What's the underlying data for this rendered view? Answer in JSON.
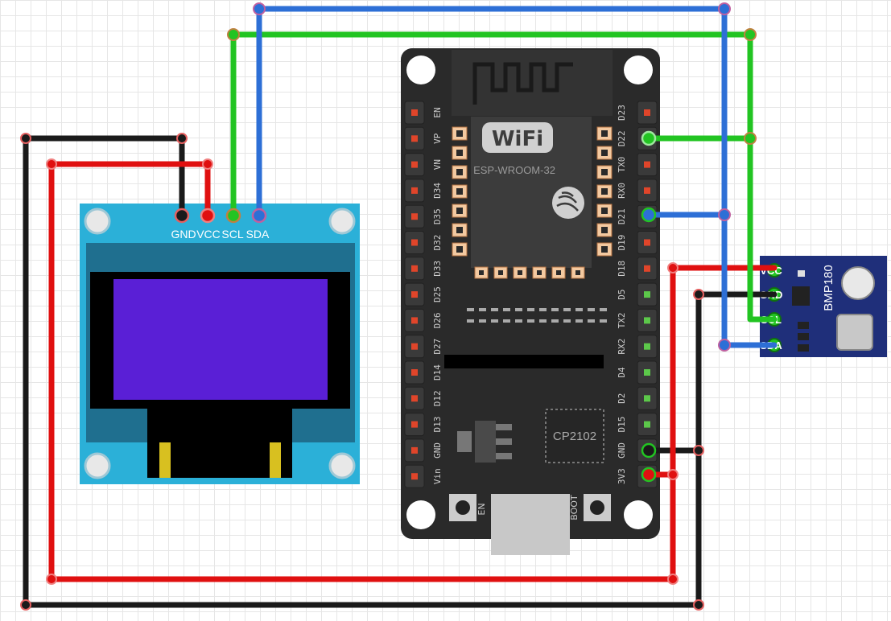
{
  "oled": {
    "pins": [
      "GND",
      "VCC",
      "SCL",
      "SDA"
    ]
  },
  "esp32": {
    "wifi_logo": "WiFi",
    "module_label": "ESP-WROOM-32",
    "left_pins": [
      "EN",
      "VP",
      "VN",
      "D34",
      "D35",
      "D32",
      "D33",
      "D25",
      "D26",
      "D27",
      "D14",
      "D12",
      "D13",
      "GND",
      "Vin"
    ],
    "right_pins": [
      "D23",
      "D22",
      "TX0",
      "RX0",
      "D21",
      "D19",
      "D18",
      "D5",
      "TX2",
      "RX2",
      "D4",
      "D2",
      "D15",
      "GND",
      "3V3"
    ],
    "chip_label": "CP2102",
    "en_button": "EN",
    "boot_button": "BOOT"
  },
  "bmp180": {
    "name": "BMP180",
    "pins": [
      "VCC",
      "GND",
      "SCL",
      "SDA"
    ]
  },
  "colors": {
    "wire_black": "#1a1a1a",
    "wire_red": "#e01010",
    "wire_green": "#22c422",
    "wire_blue": "#2d6fd6",
    "oled_board": "#2bb0d8",
    "oled_screen": "#5a1fd6",
    "esp_board": "#2a2a2a",
    "bmp_board": "#1f2f7a"
  }
}
